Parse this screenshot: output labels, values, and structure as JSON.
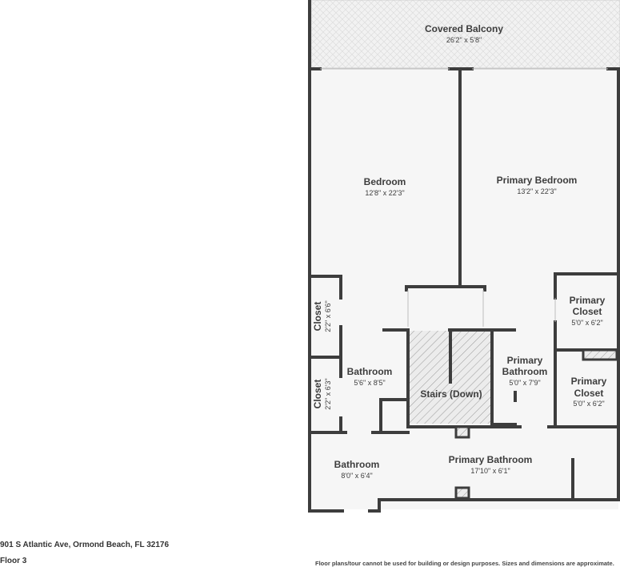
{
  "rooms": {
    "covered_balcony": {
      "name": "Covered Balcony",
      "dims": "26'2\" x 5'8\""
    },
    "bedroom": {
      "name": "Bedroom",
      "dims": "12'8\" x 22'3\""
    },
    "primary_bedroom": {
      "name": "Primary Bedroom",
      "dims": "13'2\" x 22'3\""
    },
    "closet_1": {
      "name": "Closet",
      "dims": "2'2\" x 6'6\""
    },
    "closet_2": {
      "name": "Closet",
      "dims": "2'2\" x 6'3\""
    },
    "bathroom_1": {
      "name": "Bathroom",
      "dims": "5'6\" x 8'5\""
    },
    "stairs": {
      "name": "Stairs (Down)"
    },
    "primary_bathroom_small": {
      "name_line1": "Primary",
      "name_line2": "Bathroom",
      "dims": "5'0\" x 7'9\""
    },
    "primary_closet_1": {
      "name_line1": "Primary",
      "name_line2": "Closet",
      "dims": "5'0\" x 6'2\""
    },
    "primary_closet_2": {
      "name_line1": "Primary",
      "name_line2": "Closet",
      "dims": "5'0\" x 6'2\""
    },
    "bathroom_2": {
      "name": "Bathroom",
      "dims": "8'0\" x 6'4\""
    },
    "primary_bathroom_large": {
      "name": "Primary Bathroom",
      "dims": "17'10\" x 6'1\""
    }
  },
  "footer": {
    "address": "901 S Atlantic Ave, Ormond Beach, FL 32176",
    "floor": "Floor 3",
    "disclaimer": "Floor plans/tour cannot be used for building or design purposes. Sizes and dimensions are approximate."
  },
  "colors": {
    "wall": "#3d3d3d",
    "floor": "#f6f6f6",
    "stairs_hatch": "#9a9a9a"
  }
}
